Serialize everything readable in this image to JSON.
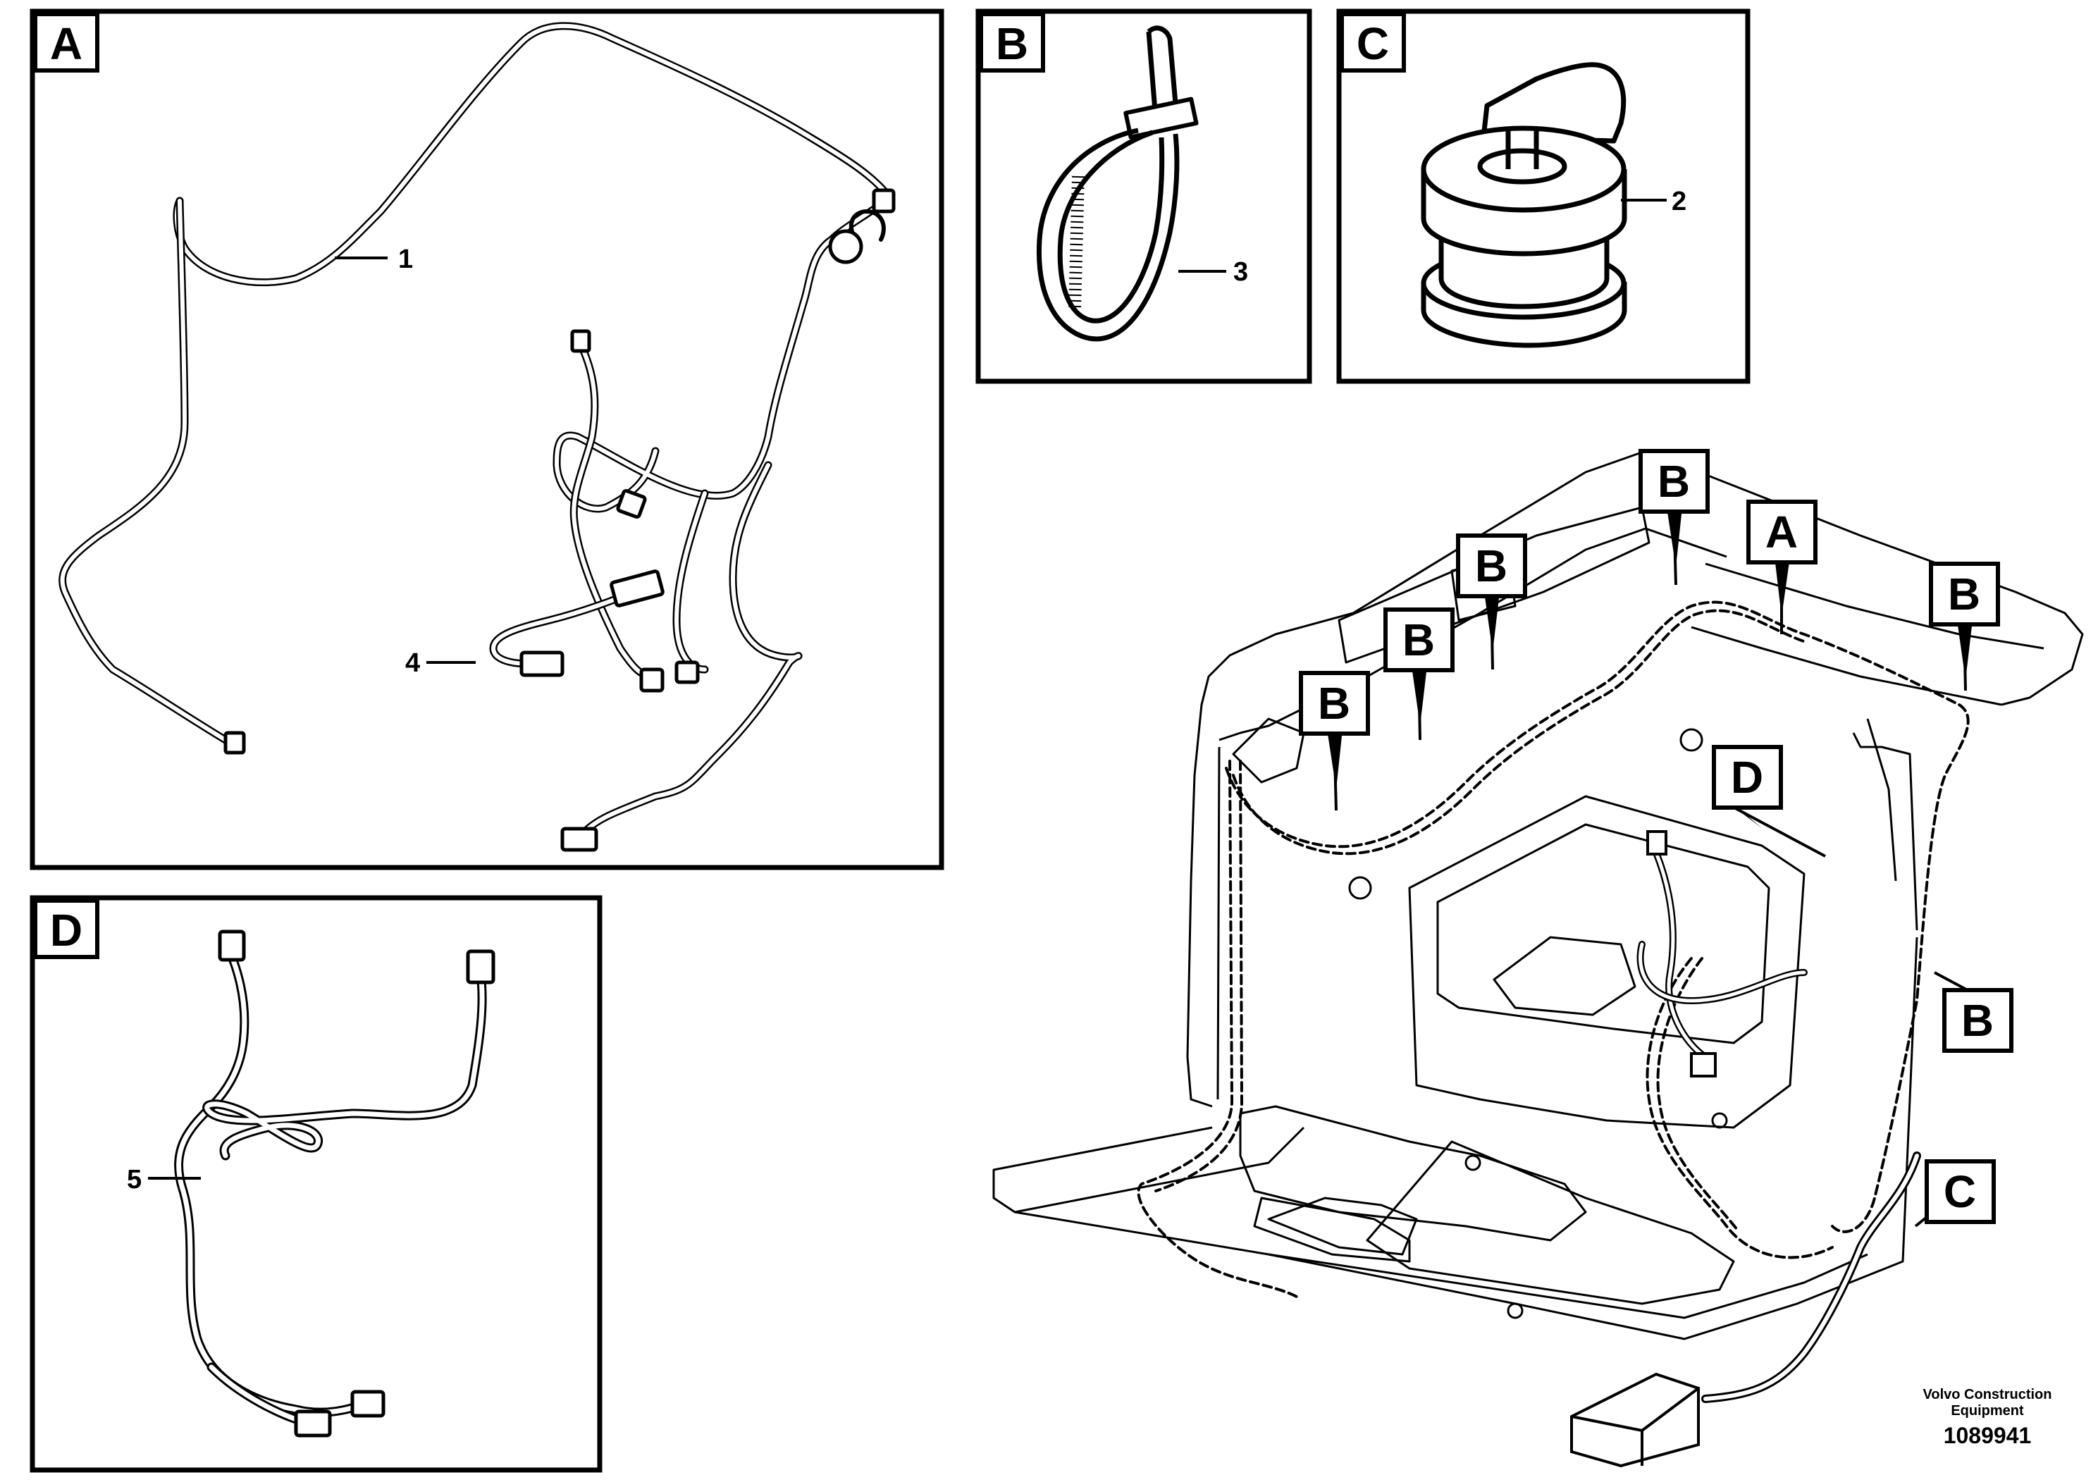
{
  "panels": {
    "a": {
      "letter": "A"
    },
    "b": {
      "letter": "B"
    },
    "c": {
      "letter": "C"
    },
    "d": {
      "letter": "D"
    }
  },
  "part_callouts": {
    "p1": "1",
    "p2": "2",
    "p3": "3",
    "p4": "4",
    "p5": "5"
  },
  "overview_markers": {
    "b1": "B",
    "b2": "B",
    "b3": "B",
    "b4": "B",
    "b5": "B",
    "b6": "B",
    "a1": "A",
    "c1": "C",
    "d1": "D"
  },
  "credit": {
    "line1": "Volvo Construction",
    "line2": "Equipment",
    "number": "1089941"
  }
}
